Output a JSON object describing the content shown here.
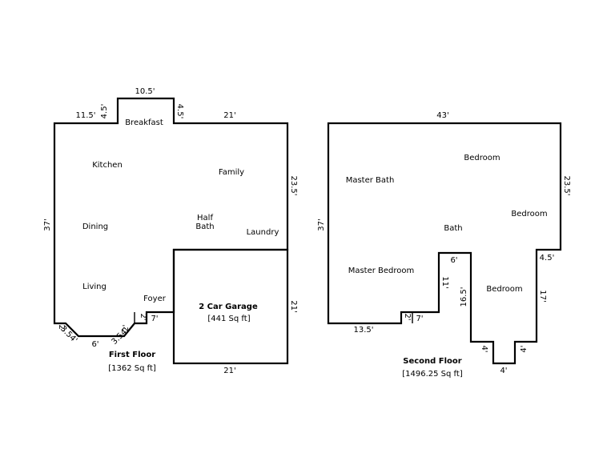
{
  "first_floor": {
    "title": "First Floor",
    "area": "[1362 Sq ft]",
    "rooms": {
      "breakfast": "Breakfast",
      "kitchen": "Kitchen",
      "family": "Family",
      "dining": "Dining",
      "half_bath_1": "Half",
      "half_bath_2": "Bath",
      "laundry": "Laundry",
      "living": "Living",
      "foyer": "Foyer"
    },
    "dimensions": {
      "top_left": "11.5'",
      "bay_left": "4.5'",
      "bay_top": "10.5'",
      "bay_right": "4.5'",
      "top_right": "21'",
      "right": "23.5'",
      "left": "37'",
      "bay_bottom_left_a": "2'",
      "bay_bottom_left_b": "3.54'",
      "bay_bottom": "6'",
      "bay_bottom_right_a": "3.54'",
      "bay_bottom_right_b": "2'",
      "step_vertical": "2'",
      "step_horizontal": "7'"
    }
  },
  "garage": {
    "title": "2 Car Garage",
    "area": "[441 Sq ft]",
    "dimensions": {
      "right": "21'",
      "bottom": "21'"
    }
  },
  "second_floor": {
    "title": "Second Floor",
    "area": "[1496.25 Sq ft]",
    "rooms": {
      "master_bath": "Master Bath",
      "bedroom_top": "Bedroom",
      "bedroom_right": "Bedroom",
      "bath": "Bath",
      "master_bedroom": "Master Bedroom",
      "bedroom_bottom": "Bedroom"
    },
    "dimensions": {
      "top": "43'",
      "right_upper": "23.5'",
      "left": "37'",
      "right_step": "4.5'",
      "right_lower": "17'",
      "inner_top": "6'",
      "inner_left": "11'",
      "inner_drop": "16.5'",
      "bottom_left": "13.5'",
      "step_vertical": "2'",
      "step_horizontal": "7'",
      "notch_left": "4'",
      "notch_right": "4'",
      "notch_bottom": "4'"
    }
  }
}
